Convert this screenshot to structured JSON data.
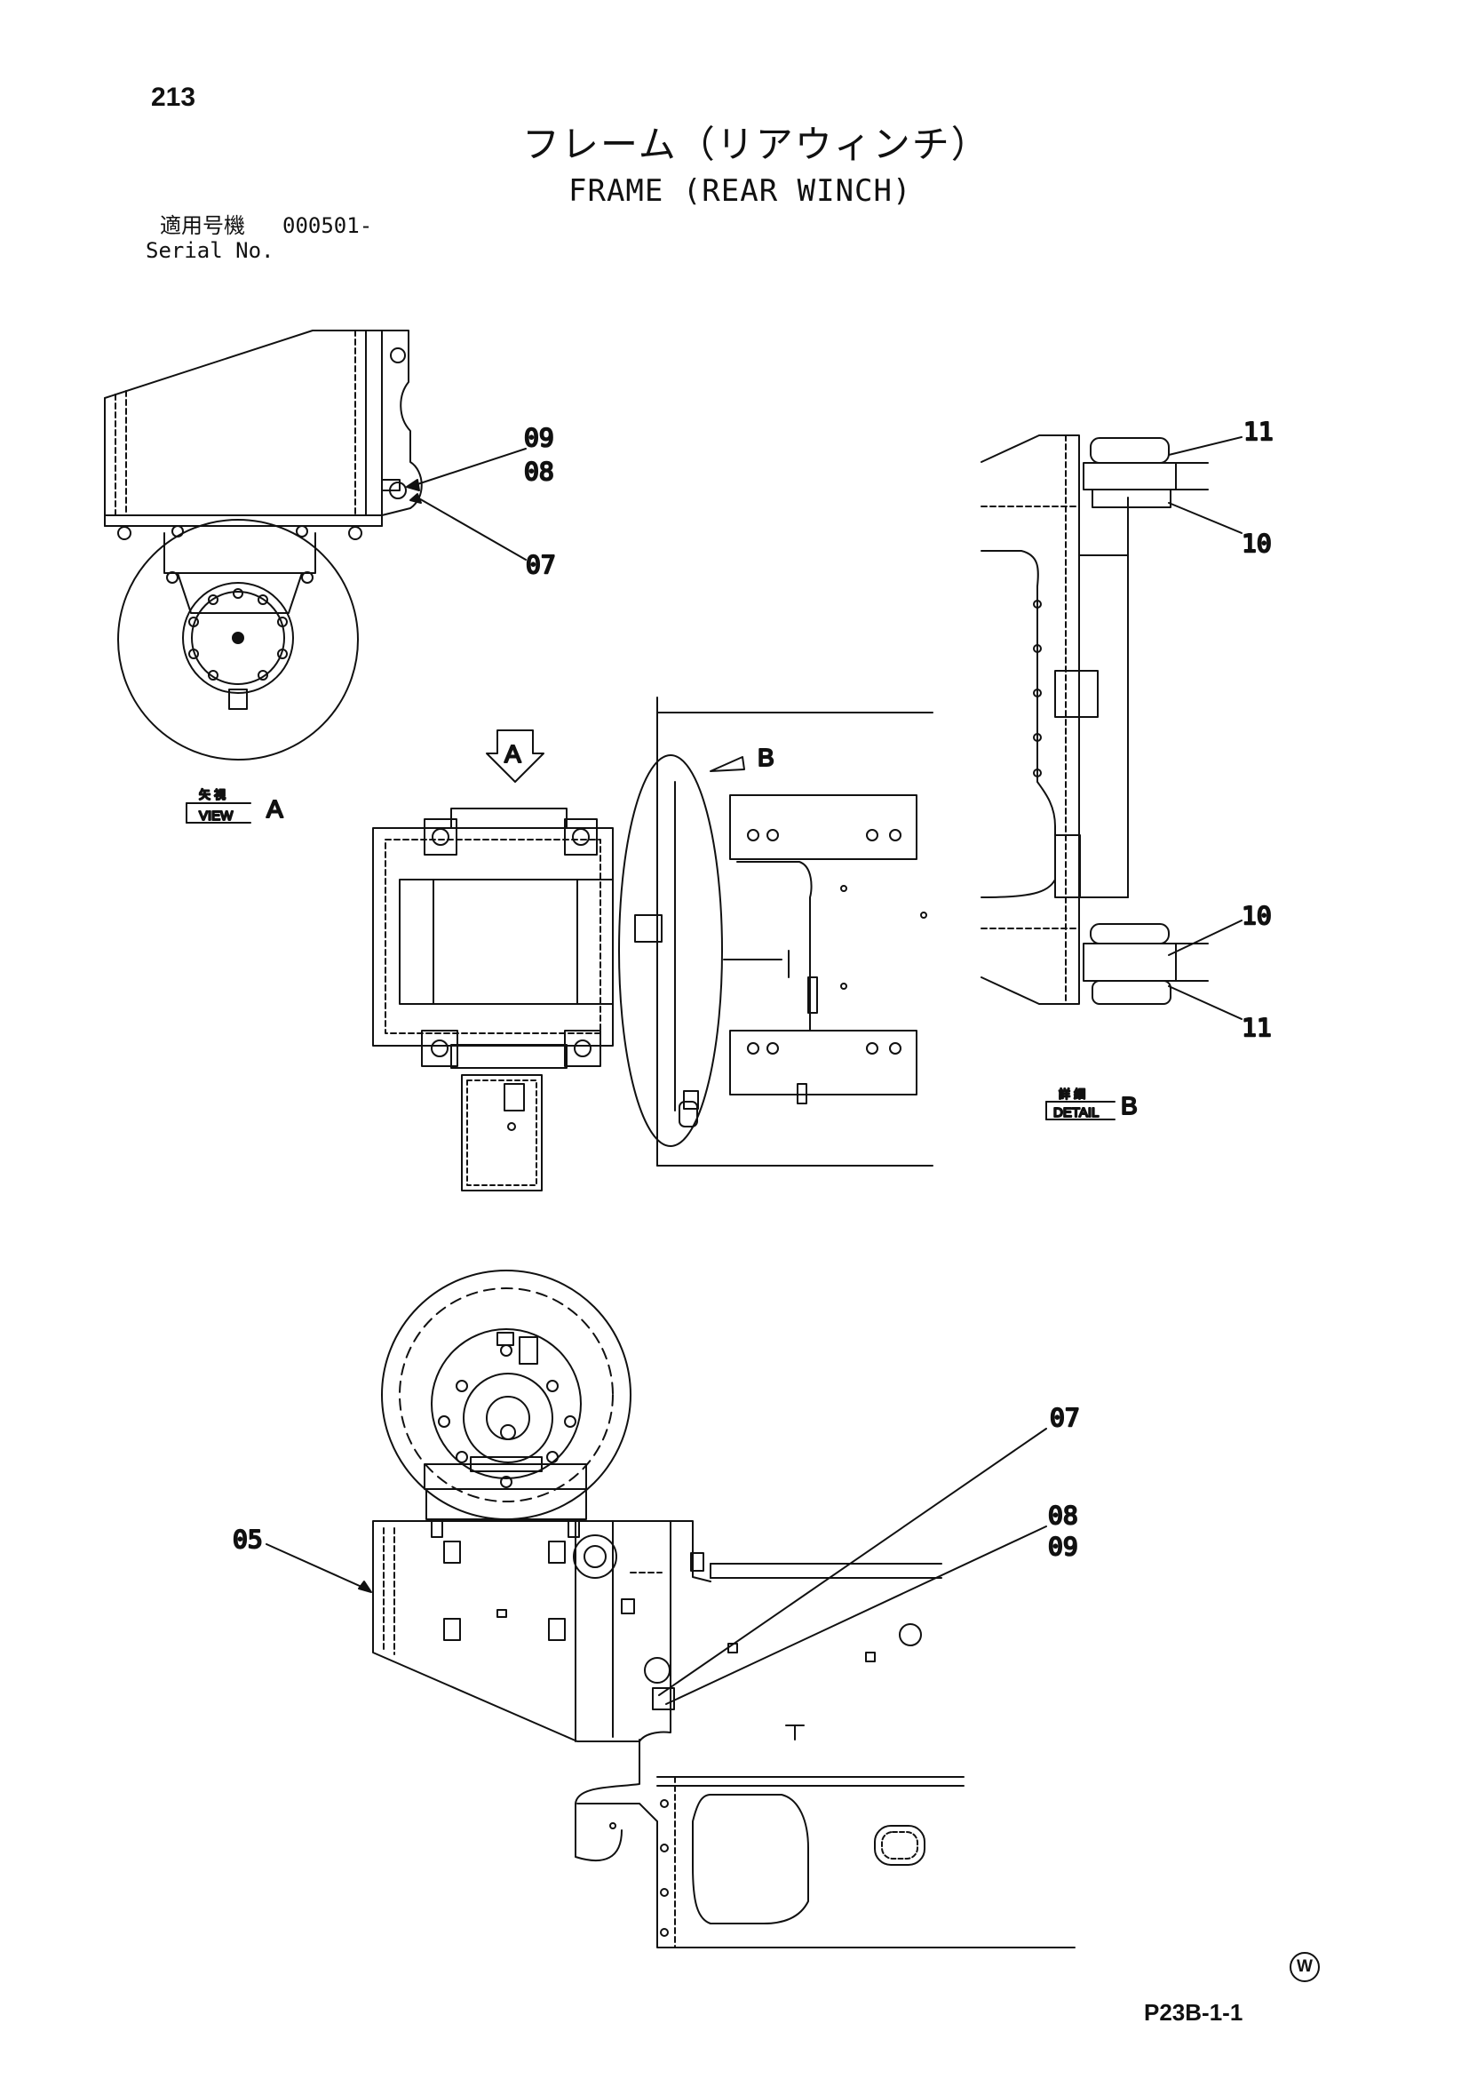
{
  "page_number": "213",
  "title_jp": "フレーム（リアウィンチ）",
  "title_en": "FRAME (REAR WINCH)",
  "serial": {
    "label_jp": "適用号機",
    "number": "000501-",
    "label_en": "Serial No."
  },
  "view_a": {
    "label_jp": "矢 視",
    "label_en": "VIEW",
    "letter": "A"
  },
  "detail_b": {
    "label_jp": "詳 細",
    "label_en": "DETAIL",
    "letter": "B"
  },
  "arrow_a_letter": "A",
  "arrow_b_letter": "B",
  "callouts": {
    "top_09": "09",
    "top_08": "08",
    "top_07": "07",
    "detail_11_top": "11",
    "detail_10_top": "10",
    "detail_10_bottom": "10",
    "detail_11_bottom": "11",
    "bottom_07": "07",
    "bottom_08": "08",
    "bottom_09": "09",
    "bottom_05": "05"
  },
  "circled_mark": "W",
  "doc_code": "P23B-1-1"
}
